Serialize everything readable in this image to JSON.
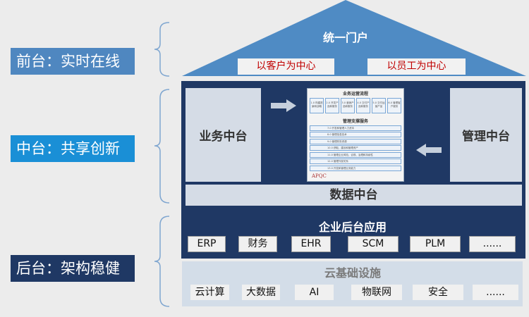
{
  "left_labels": {
    "front": "前台：实时在线",
    "middle": "中台：共享创新",
    "back": "后台：架构稳健"
  },
  "roof": {
    "title": "统一门户",
    "customer": "以客户为中心",
    "employee": "以员工为中心"
  },
  "middle": {
    "business": "业务中台",
    "management": "管理中台",
    "data": "数据中台",
    "doc": {
      "title": "业务运营流程",
      "processes": [
        "1.0 构建愿景和战略",
        "2.0 开发产品和服务",
        "3.0 营销产品和服务",
        "4.0 交付产品和服务",
        "5.0 交付运营产品",
        "6.0 管理客户服务"
      ],
      "support_title": "管理支撑服务",
      "support": [
        "7.0 开发和管理人力资本",
        "8.0 管理信息技术",
        "9.0 管理财务资源",
        "10.0 获取、建设和管理资产",
        "11.0 管理企业风险、合规、治理和持续性",
        "12.0 管理外部关系",
        "13.0 开发和管理业务能力"
      ],
      "logo": "APQC"
    }
  },
  "backend": {
    "title": "企业后台应用",
    "items": [
      "ERP",
      "财务",
      "EHR",
      "SCM",
      "PLM",
      "......"
    ]
  },
  "cloud": {
    "title": "云基础设施",
    "items": [
      "云计算",
      "大数据",
      "AI",
      "物联网",
      "安全",
      "......"
    ]
  },
  "colors": {
    "front": "#4f87c0",
    "middle": "#1a8fd6",
    "back": "#1f3864",
    "roof": "#4f8bc4",
    "navy": "#1f3864"
  }
}
